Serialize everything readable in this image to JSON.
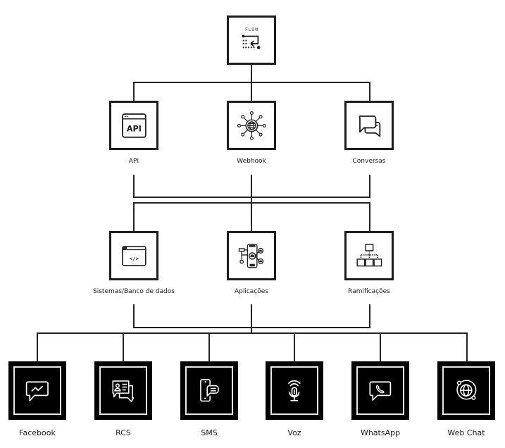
{
  "root": {
    "label": "FLOW",
    "icon": "flow-icon"
  },
  "level1": [
    {
      "label": "API",
      "icon": "api-window-icon"
    },
    {
      "label": "Webhook",
      "icon": "webhook-globe-icon"
    },
    {
      "label": "Conversas",
      "icon": "chat-bubbles-icon"
    }
  ],
  "level2": [
    {
      "label": "Sistemas/Banco de dados",
      "icon": "code-window-icon"
    },
    {
      "label": "Aplicações",
      "icon": "mobile-app-icon"
    },
    {
      "label": "Ramificações",
      "icon": "branch-tree-icon"
    }
  ],
  "channels": [
    {
      "label": "Facebook",
      "icon": "messenger-icon"
    },
    {
      "label": "RCS",
      "icon": "rcs-contact-chat-icon"
    },
    {
      "label": "SMS",
      "icon": "sms-phone-icon"
    },
    {
      "label": "Voz",
      "icon": "microphone-icon"
    },
    {
      "label": "WhatsApp",
      "icon": "whatsapp-phone-bubble-icon"
    },
    {
      "label": "Web Chat",
      "icon": "web-globe-orbit-icon"
    }
  ],
  "colors": {
    "line": "#222222",
    "box_border": "#1c1c1c",
    "channel_bg": "#000000",
    "channel_stroke": "#ffffff"
  }
}
